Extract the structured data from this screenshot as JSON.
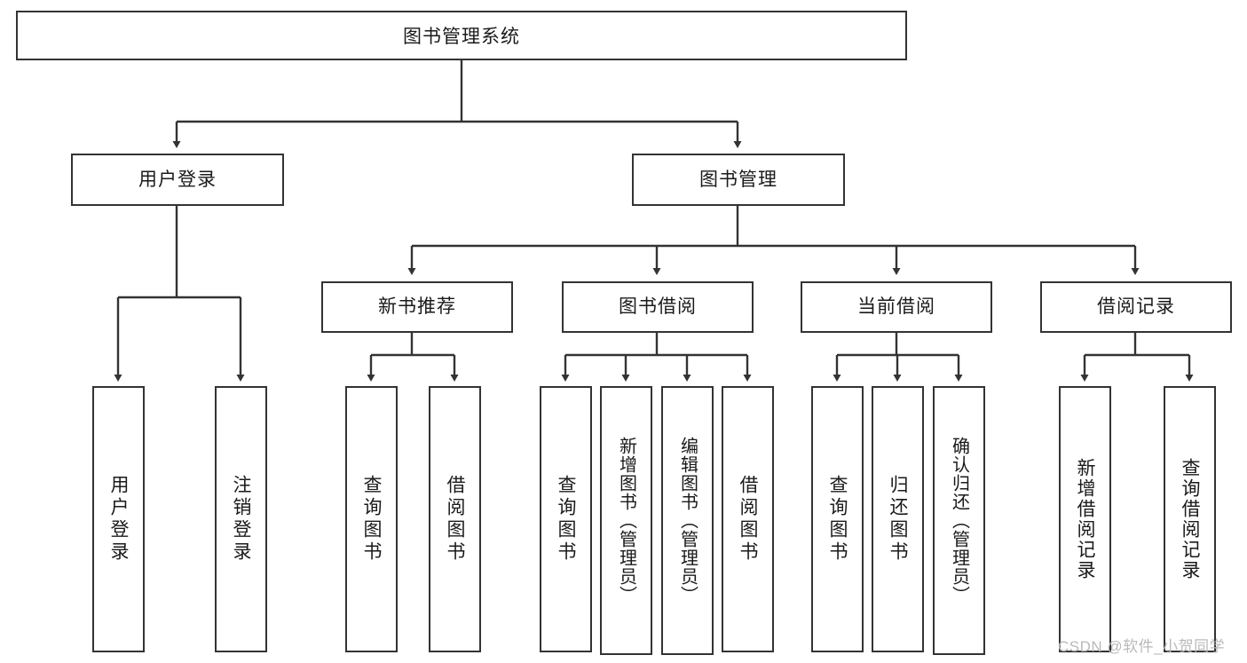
{
  "diagram": {
    "title": "图书管理系统",
    "type": "hierarchy-tree",
    "colors": {
      "line": "#333333",
      "box_fill": "#ffffff",
      "text": "#1a1a1a",
      "background": "#ffffff",
      "watermark": "#b9b9b9"
    },
    "root": {
      "label": "图书管理系统"
    },
    "level2": [
      {
        "label": "用户登录"
      },
      {
        "label": "图书管理"
      }
    ],
    "level3": [
      {
        "label": "新书推荐"
      },
      {
        "label": "图书借阅"
      },
      {
        "label": "当前借阅"
      },
      {
        "label": "借阅记录"
      }
    ],
    "leaves": {
      "user_login": [
        {
          "label": "用户登录"
        },
        {
          "label": "注销登录"
        }
      ],
      "new_book_recommend": [
        {
          "label": "查询图书"
        },
        {
          "label": "借阅图书"
        }
      ],
      "book_borrow": [
        {
          "label": "查询图书"
        },
        {
          "label": "新增图书（管理员）"
        },
        {
          "label": "编辑图书（管理员）"
        },
        {
          "label": "借阅图书"
        }
      ],
      "current_borrow": [
        {
          "label": "查询图书"
        },
        {
          "label": "归还图书"
        },
        {
          "label": "确认归还（管理员）"
        }
      ],
      "borrow_record": [
        {
          "label": "新增借阅记录"
        },
        {
          "label": "查询借阅记录"
        }
      ]
    }
  },
  "watermark": {
    "text": "CSDN @软件_小贺同学"
  }
}
